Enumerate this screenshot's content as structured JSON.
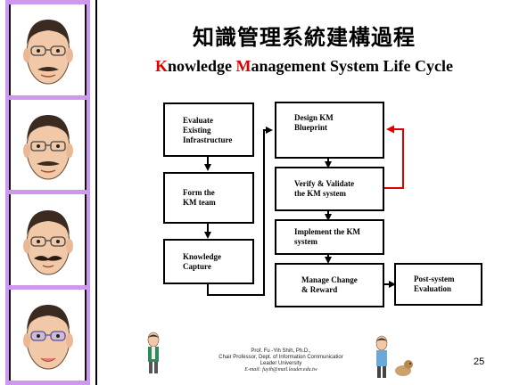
{
  "title_zh": "知識管理系統建構過程",
  "title_en": {
    "k": "K",
    "rest1": "nowledge ",
    "m": "M",
    "rest2": "anagement System Life Cycle"
  },
  "steps": {
    "evaluate": "Evaluate\nExisting\nInfrastructure",
    "form_team": "Form the\nKM team",
    "capture": "Knowledge\nCapture",
    "design": "Design KM\nBlueprint",
    "verify": "Verify & Validate\nthe KM system",
    "implement": "Implement the KM\nsystem",
    "manage": "Manage Change\n& Reward",
    "post": "Post-system\nEvaluation"
  },
  "footer": {
    "line1": "Prof. Fu -Yih Shih, Ph.D.,",
    "line2": "Chair Professor, Dept. of Information Communicatior",
    "line3": "Leader University",
    "email": "E-mail: fuyih@mail.leader.edu.tw"
  },
  "page_number": "25",
  "colors": {
    "sidebar_frame": "#cc99ee",
    "feedback_arrow": "#e00000"
  }
}
